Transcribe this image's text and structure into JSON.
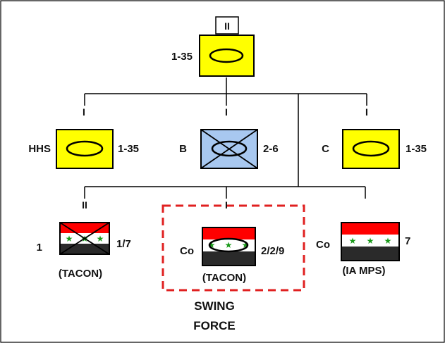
{
  "colors": {
    "friendly_yellow": "#ffff00",
    "friendly_blue": "#a8c8f0",
    "flag_red": "#ff0000",
    "flag_white": "#ffffff",
    "flag_black": "#2a2a2a",
    "flag_star": "#1a9a1a",
    "swing_box": "#e02020",
    "line": "#000000"
  },
  "hq": {
    "echelon": "II",
    "label": "1-35",
    "symbol": "armor-battalion"
  },
  "companies": [
    {
      "left_label": "HHS",
      "right_label": "1-35",
      "echelon": "I",
      "symbol": "armor",
      "fill": "yellow"
    },
    {
      "left_label": "B",
      "right_label": "2-6",
      "echelon": "I",
      "symbol": "armored-infantry",
      "fill": "blue"
    },
    {
      "left_label": "C",
      "right_label": "1-35",
      "echelon": "I",
      "symbol": "armor",
      "fill": "yellow"
    }
  ],
  "iraqi_units": [
    {
      "left_label": "1",
      "right_label": "1/7",
      "echelon": "II",
      "note": "(TACON)",
      "symbol": "infantry-flag"
    },
    {
      "left_label": "Co",
      "right_label": "2/2/9",
      "echelon": "I",
      "note": "(TACON)",
      "symbol": "armor-flag"
    },
    {
      "left_label": "Co",
      "right_label": "7",
      "echelon": "",
      "note": "(IA MPS)",
      "symbol": "flag"
    }
  ],
  "swing_force": {
    "line1": "SWING",
    "line2": "FORCE"
  }
}
